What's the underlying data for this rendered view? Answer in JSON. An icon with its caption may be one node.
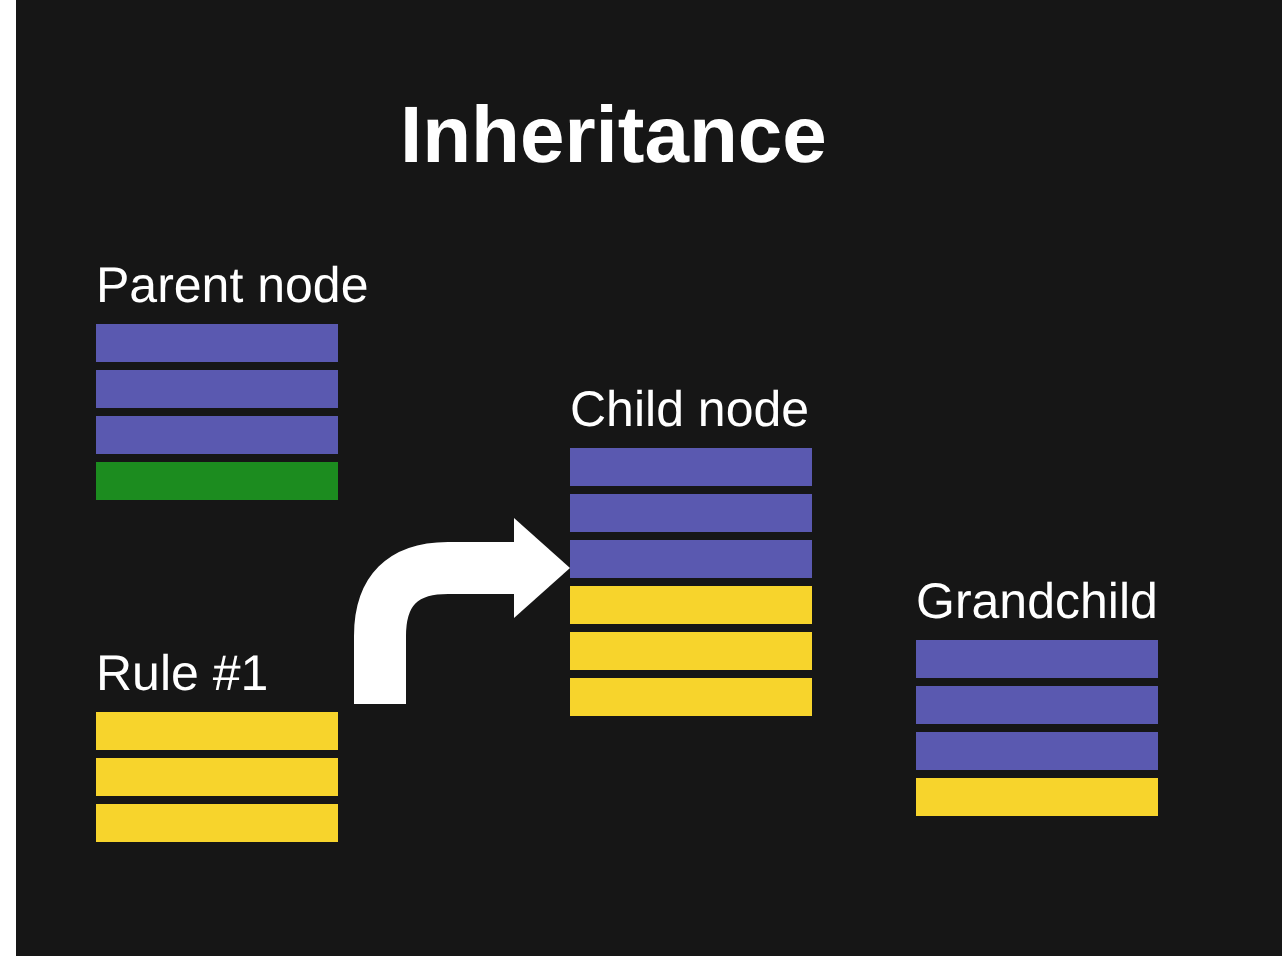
{
  "diagram": {
    "title": "Inheritance",
    "nodes": [
      {
        "text": [
          "Parent node"
        ]
      },
      {
        "text": [],
        "shape": "bar",
        "in": 0
      },
      {
        "text": [],
        "shape": "bar",
        "in": 0
      },
      {
        "text": [],
        "shape": "bar",
        "in": 0
      },
      {
        "text": [],
        "shape": "bar",
        "in": 0
      },
      {
        "text": [
          "Rule #1"
        ]
      },
      {
        "text": [],
        "shape": "bar",
        "in": 5
      },
      {
        "text": [],
        "shape": "bar",
        "in": 5
      },
      {
        "text": [],
        "shape": "bar",
        "in": 5
      },
      {
        "text": [
          "Child node"
        ]
      },
      {
        "text": [],
        "shape": "bar",
        "in": 9
      },
      {
        "text": [],
        "shape": "bar",
        "in": 9
      },
      {
        "text": [],
        "shape": "bar",
        "in": 9
      },
      {
        "text": [],
        "shape": "bar",
        "in": 9
      },
      {
        "text": [],
        "shape": "bar",
        "in": 9
      },
      {
        "text": [],
        "shape": "bar",
        "in": 9
      },
      {
        "text": [
          "Grandchild"
        ]
      },
      {
        "text": [],
        "shape": "bar",
        "in": 16
      },
      {
        "text": [],
        "shape": "bar",
        "in": 16
      },
      {
        "text": [],
        "shape": "bar",
        "in": 16
      },
      {
        "text": [],
        "shape": "bar",
        "in": 16
      }
    ],
    "edges": [
      {
        "from": 5,
        "to": 9,
        "arrow": "to"
      }
    ]
  }
}
